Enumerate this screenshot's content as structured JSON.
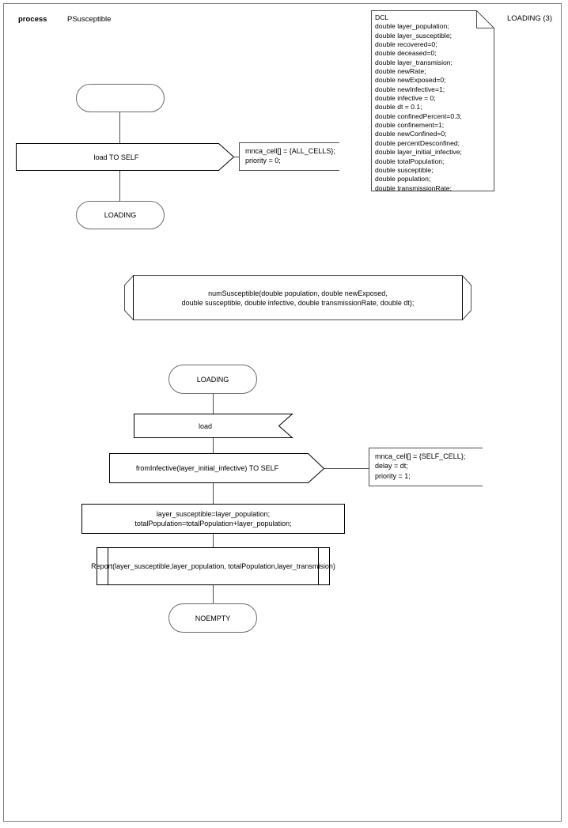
{
  "page": {
    "header": {
      "kind_label": "process",
      "process_name": "PSusceptible",
      "state_counter": "LOADING (3)"
    }
  },
  "dcl_note": {
    "title": "DCL",
    "declarations": [
      "double layer_population;",
      "double layer_susceptible;",
      "double recovered=0;",
      "double deceased=0;",
      "double layer_transmision;",
      "double newRate;",
      "double newExposed=0;",
      "double newInfective=1;",
      "double infective = 0;",
      "double dt = 0.1;",
      "double confinedPercent=0.3;",
      "double confinement=1;",
      "double newConfined=0;",
      "double percentDesconfined;",
      "double layer_initial_infective;",
      "double totalPopulation;",
      "double susceptible;",
      "double population;",
      "double transmissionRate;"
    ],
    "text": "DCL\ndouble layer_population;\ndouble layer_susceptible;\ndouble recovered=0;\ndouble deceased=0;\ndouble layer_transmision;\ndouble newRate;\ndouble newExposed=0;\ndouble newInfective=1;\ndouble infective = 0;\ndouble dt = 0.1;\ndouble confinedPercent=0.3;\ndouble confinement=1;\ndouble newConfined=0;\ndouble percentDesconfined;\ndouble layer_initial_infective;\ndouble totalPopulation;\ndouble susceptible;\ndouble population;\ndouble transmissionRate;"
  },
  "transition_start": {
    "start_state_label": "",
    "output_label": "load TO SELF",
    "output_comment": "mnca_cell[] = {ALL_CELLS};\npriority = 0;",
    "next_state_label": "LOADING"
  },
  "procedure_declaration": {
    "signature": "numSusceptible(double population, double newExposed,\ndouble susceptible, double infective, double transmissionRate, double dt);"
  },
  "transition_loading": {
    "state_label": "LOADING",
    "input_label": "load",
    "output_label": "fromInfective(layer_initial_infective) TO SELF",
    "output_comment": "mnca_cell[] = {SELF_CELL};\ndelay = dt;\npriority = 1;",
    "task_label": "layer_susceptible=layer_population;\ntotalPopulation=totalPopulation+layer_population;",
    "procedure_call_label": "Report(layer_susceptible,layer_population, totalPopulation,layer_transmision)",
    "next_state_label": "NOEMPTY"
  },
  "colors": {
    "page_border": "#808080",
    "shape_stroke": "#000000",
    "state_stroke": "#6b6b6b",
    "connector": "#4d4d4d",
    "background": "#ffffff"
  }
}
